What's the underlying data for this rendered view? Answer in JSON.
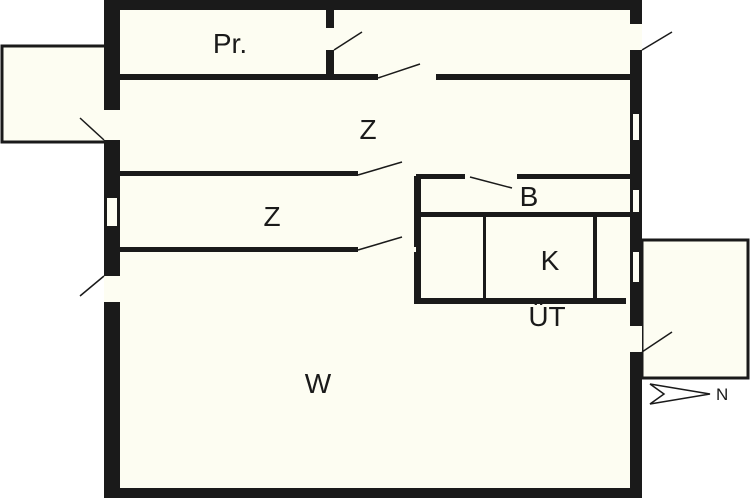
{
  "plan": {
    "rooms": {
      "pantry": "Pr.",
      "room_upper": "Z",
      "room_lower": "Z",
      "bathroom": "B",
      "kitchen": "K",
      "passage": "ÜT",
      "living": "W"
    },
    "north_label": "N",
    "colors": {
      "background": "#ffffff",
      "floor": "#fdfdf2",
      "wall": "#1a1a1a"
    }
  }
}
